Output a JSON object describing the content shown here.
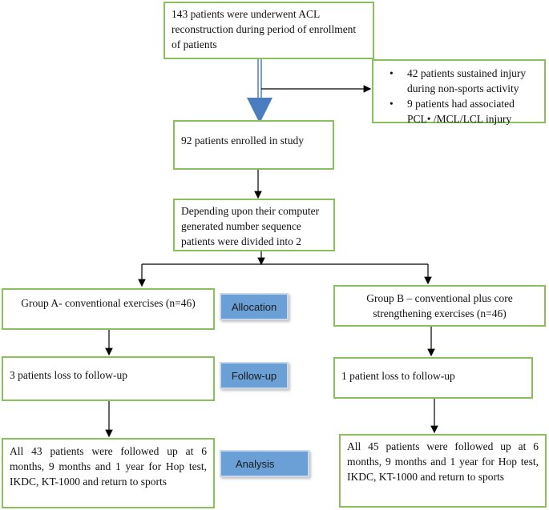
{
  "boxes": {
    "screening": "143 patients were underwent ACL reconstruction during period of enrollment of patients",
    "exclusion": [
      "42 patients sustained injury during non-sports activity",
      "9 patients had associated PCL• /MCL/LCL injury"
    ],
    "enrolled": "92 patients enrolled in study",
    "randomization": "Depending upon their computer generated number sequence patients were divided into 2",
    "group_a": "Group A- conventional exercises (n=46)",
    "group_b": "Group B – conventional plus core strengthening exercises (n=46)",
    "followup_a": "3 patients loss to follow-up",
    "followup_b": "1 patient loss to follow-up",
    "analysis_a": "All 43 patients were followed up at 6 months, 9 months and 1 year for Hop test, IKDC, KT-1000 and return to sports",
    "analysis_b": "All 45 patients were followed up at 6 months, 9 months and 1 year for Hop test, IKDC, KT-1000 and return to sports"
  },
  "stages": {
    "allocation": "Allocation",
    "followup": "Follow-up",
    "analysis": "Analysis"
  },
  "colors": {
    "box_border": "#8bbf5c",
    "stage_fill": "#6aa0d6",
    "arrow": "#000000",
    "double_arrow": "#4a7cc0"
  }
}
